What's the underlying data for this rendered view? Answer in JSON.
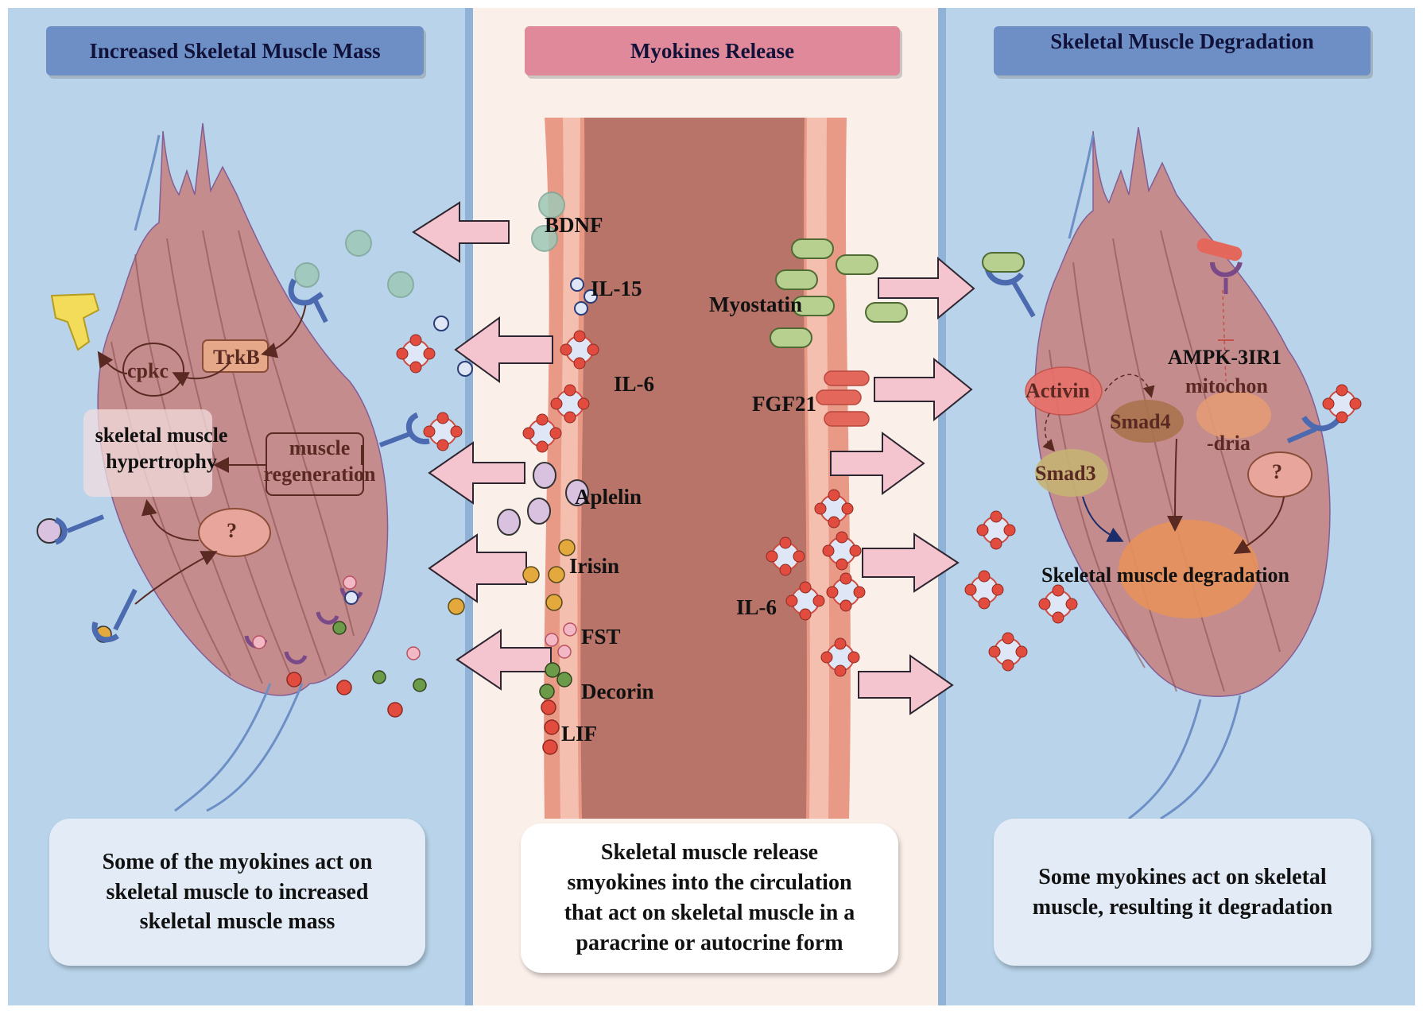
{
  "panels": {
    "left_title": "Increased Skeletal Muscle Mass",
    "center_title": "Myokines Release",
    "right_title": "Skeletal Muscle Degradation"
  },
  "myokines": {
    "bdnf": "BDNF",
    "il15": "IL-15",
    "il6_left": "IL-6",
    "apelin": "Aplelin",
    "irisin": "Irisin",
    "fst": "FST",
    "decorin": "Decorin",
    "lif": "LIF",
    "myostatin": "Myostatin",
    "fgf21": "FGF21",
    "il6_right": "IL-6"
  },
  "left_muscle": {
    "trkb": "TrkB",
    "cpkc": "cpkc",
    "hypertrophy": "skeletal muscle\nhypertrophy",
    "regeneration": "muscle\nregeneration",
    "unknown": "?"
  },
  "right_muscle": {
    "activin": "Activin",
    "smad4": "Smad4",
    "smad3": "Smad3",
    "ampk": "AMPK-3IR1",
    "mitochon": "mitochon",
    "dria": "-dria",
    "unknown": "?",
    "degradation": "Skeletal muscle degradation"
  },
  "captions": {
    "left": "Some of the myokines act on\nskeletal muscle to increased\nskeletal muscle mass",
    "center": "Skeletal muscle release\nsmyokines into the circulation\nthat act on skeletal muscle in a\nparacrine or autocrine form",
    "right": "Some myokines act on skeletal\nmuscle, resulting it degradation"
  },
  "colors": {
    "panel_blue": "#b9d4ea",
    "banner_blue": "#6e8fc6",
    "banner_pink": "#e0899a",
    "vessel_wall": "#e99a86",
    "vessel_lumen": "#b87468",
    "arrow_pink": "#f5c5cf",
    "muscle": "#c8807e"
  }
}
